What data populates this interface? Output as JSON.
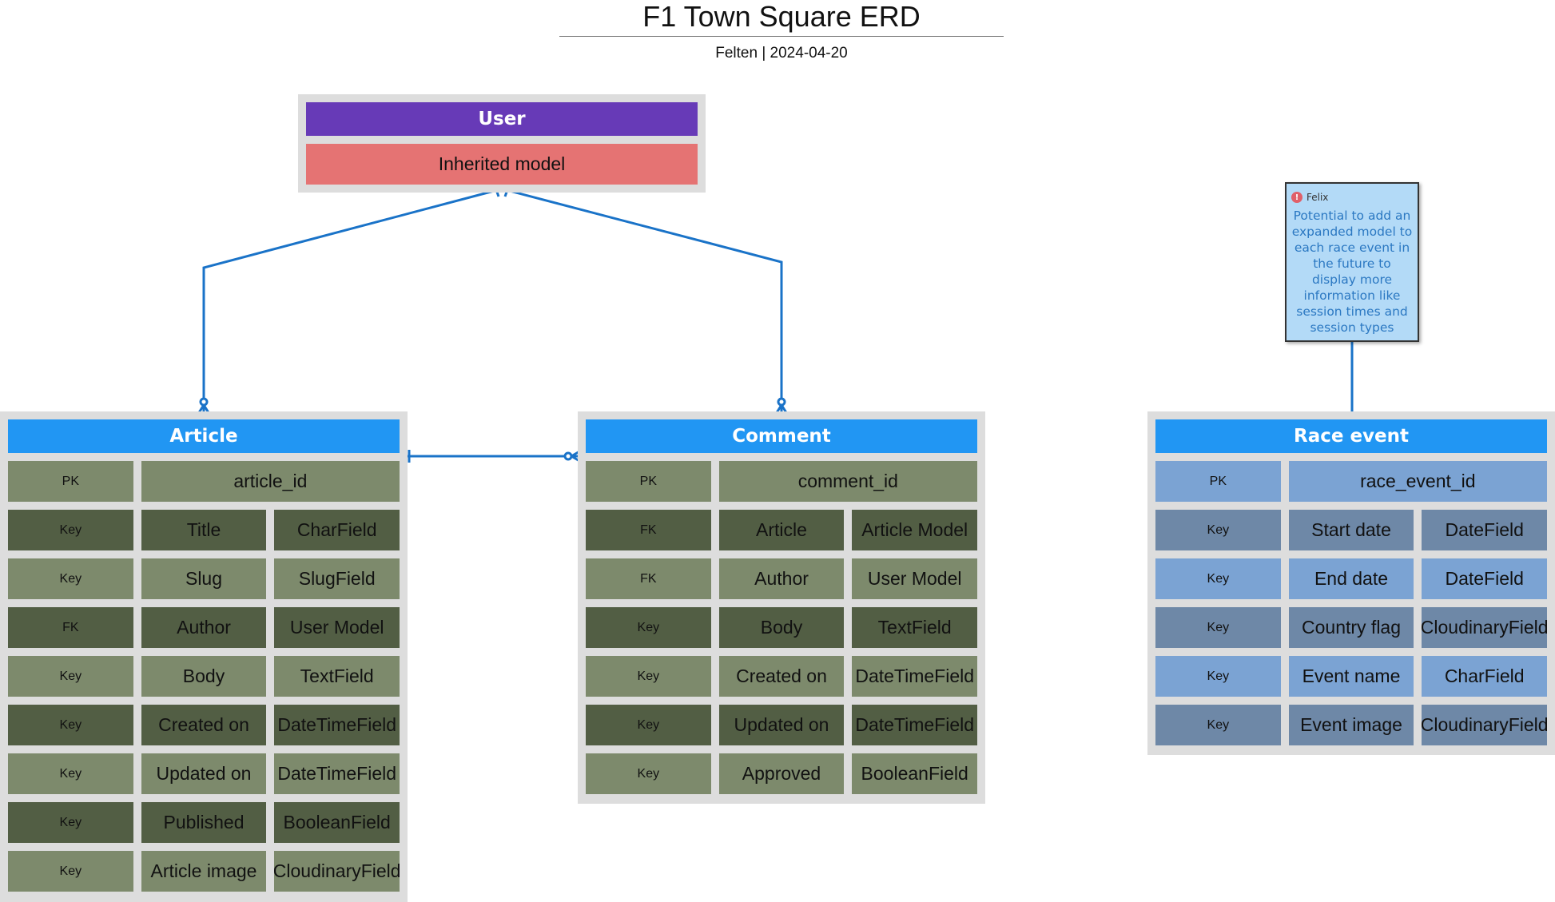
{
  "title": "F1 Town Square ERD",
  "subtitle": "Felten | 2024-04-20",
  "colors": {
    "relation_line": "#1a73c8",
    "user_header": "#673ab7",
    "inherited_bg": "#e57373",
    "entity_header": "#2196f3",
    "entity_frame": "#dddddd"
  },
  "user": {
    "name": "User",
    "inherited_label": "Inherited model"
  },
  "article": {
    "name": "Article",
    "pk": {
      "key": "PK",
      "name": "article_id"
    },
    "fields": [
      {
        "key": "Key",
        "name": "Title",
        "type": "CharField"
      },
      {
        "key": "Key",
        "name": "Slug",
        "type": "SlugField"
      },
      {
        "key": "FK",
        "name": "Author",
        "type": "User Model"
      },
      {
        "key": "Key",
        "name": "Body",
        "type": "TextField"
      },
      {
        "key": "Key",
        "name": "Created on",
        "type": "DateTimeField"
      },
      {
        "key": "Key",
        "name": "Updated on",
        "type": "DateTimeField"
      },
      {
        "key": "Key",
        "name": "Published",
        "type": "BooleanField"
      },
      {
        "key": "Key",
        "name": "Article image",
        "type": "CloudinaryField"
      }
    ]
  },
  "comment": {
    "name": "Comment",
    "pk": {
      "key": "PK",
      "name": "comment_id"
    },
    "fields": [
      {
        "key": "FK",
        "name": "Article",
        "type": "Article Model"
      },
      {
        "key": "FK",
        "name": "Author",
        "type": "User Model"
      },
      {
        "key": "Key",
        "name": "Body",
        "type": "TextField"
      },
      {
        "key": "Key",
        "name": "Created on",
        "type": "DateTimeField"
      },
      {
        "key": "Key",
        "name": "Updated on",
        "type": "DateTimeField"
      },
      {
        "key": "Key",
        "name": "Approved",
        "type": "BooleanField"
      }
    ]
  },
  "race_event": {
    "name": "Race event",
    "pk": {
      "key": "PK",
      "name": "race_event_id"
    },
    "fields": [
      {
        "key": "Key",
        "name": "Start date",
        "type": "DateField"
      },
      {
        "key": "Key",
        "name": "End date",
        "type": "DateField"
      },
      {
        "key": "Key",
        "name": "Country flag",
        "type": "CloudinaryField"
      },
      {
        "key": "Key",
        "name": "Event name",
        "type": "CharField"
      },
      {
        "key": "Key",
        "name": "Event image",
        "type": "CloudinaryField"
      }
    ]
  },
  "note": {
    "author": "Felix",
    "text": "Potential to add an expanded model to each race event in the future to display more information like session times and session types"
  }
}
